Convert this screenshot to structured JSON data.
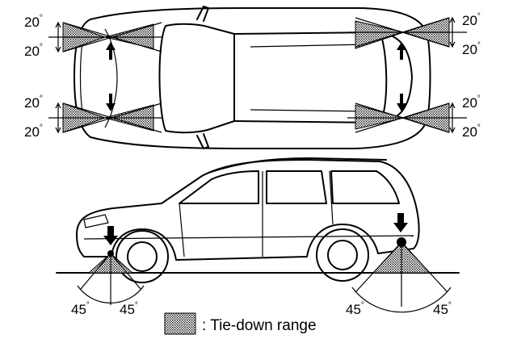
{
  "angles": {
    "top_left_front_up": "20",
    "top_left_front_down": "20",
    "top_left_rear_up": "20",
    "top_left_rear_down": "20",
    "top_right_front_up": "20",
    "top_right_front_down": "20",
    "top_right_rear_up": "20",
    "top_right_rear_down": "20",
    "side_front_left": "45",
    "side_front_right": "45",
    "side_rear_left": "45",
    "side_rear_right": "45",
    "degree_symbol": "°"
  },
  "legend": {
    "label": ": Tie-down range"
  }
}
